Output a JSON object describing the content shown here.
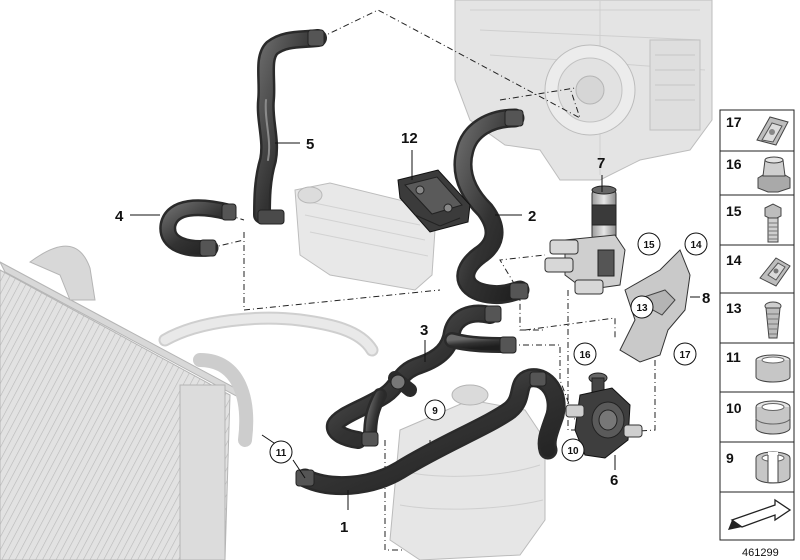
{
  "diagram": {
    "callouts": [
      {
        "id": "c1",
        "label": "1"
      },
      {
        "id": "c2",
        "label": "2"
      },
      {
        "id": "c3",
        "label": "3"
      },
      {
        "id": "c4",
        "label": "4"
      },
      {
        "id": "c5",
        "label": "5"
      },
      {
        "id": "c6",
        "label": "6"
      },
      {
        "id": "c7",
        "label": "7"
      },
      {
        "id": "c8",
        "label": "8"
      },
      {
        "id": "c12",
        "label": "12"
      }
    ],
    "circled_callouts": [
      {
        "id": "k9",
        "label": "9"
      },
      {
        "id": "k10",
        "label": "10"
      },
      {
        "id": "k11",
        "label": "11"
      },
      {
        "id": "k13",
        "label": "13"
      },
      {
        "id": "k14",
        "label": "14"
      },
      {
        "id": "k15",
        "label": "15"
      },
      {
        "id": "k16",
        "label": "16"
      },
      {
        "id": "k17",
        "label": "17"
      }
    ],
    "parts_table": [
      {
        "label": "17",
        "icon": "clip-nut-icon"
      },
      {
        "label": "16",
        "icon": "hex-nut-icon"
      },
      {
        "label": "15",
        "icon": "hex-bolt-icon"
      },
      {
        "label": "14",
        "icon": "spring-nut-icon"
      },
      {
        "label": "13",
        "icon": "torx-screw-icon"
      },
      {
        "label": "11",
        "icon": "hose-clamp-icon"
      },
      {
        "label": "10",
        "icon": "double-clamp-icon"
      },
      {
        "label": "9",
        "icon": "spring-clip-icon"
      }
    ],
    "orientation_icon": "direction-arrow-icon",
    "diagram_code": "461299",
    "colors": {
      "hose": "#3c3c3c",
      "hose_highlight": "#8a8a8a",
      "ghost_part": "#dcdcdc",
      "ghost_line": "#b5b5b5",
      "outline": "#222222"
    }
  }
}
